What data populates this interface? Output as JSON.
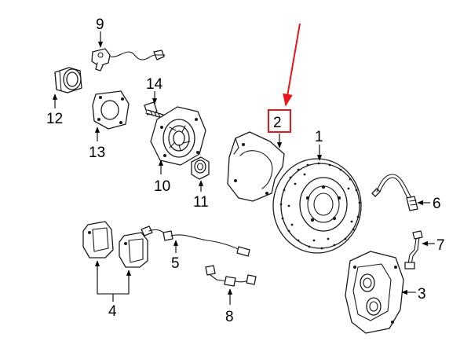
{
  "labels": {
    "l1": "1",
    "l2": "2",
    "l3": "3",
    "l4": "4",
    "l5": "5",
    "l6": "6",
    "l7": "7",
    "l8": "8",
    "l9": "9",
    "l10": "10",
    "l11": "11",
    "l12": "12",
    "l13": "13",
    "l14": "14"
  },
  "colors": {
    "highlight": "#e8161b",
    "line": "#1a1a1a"
  }
}
